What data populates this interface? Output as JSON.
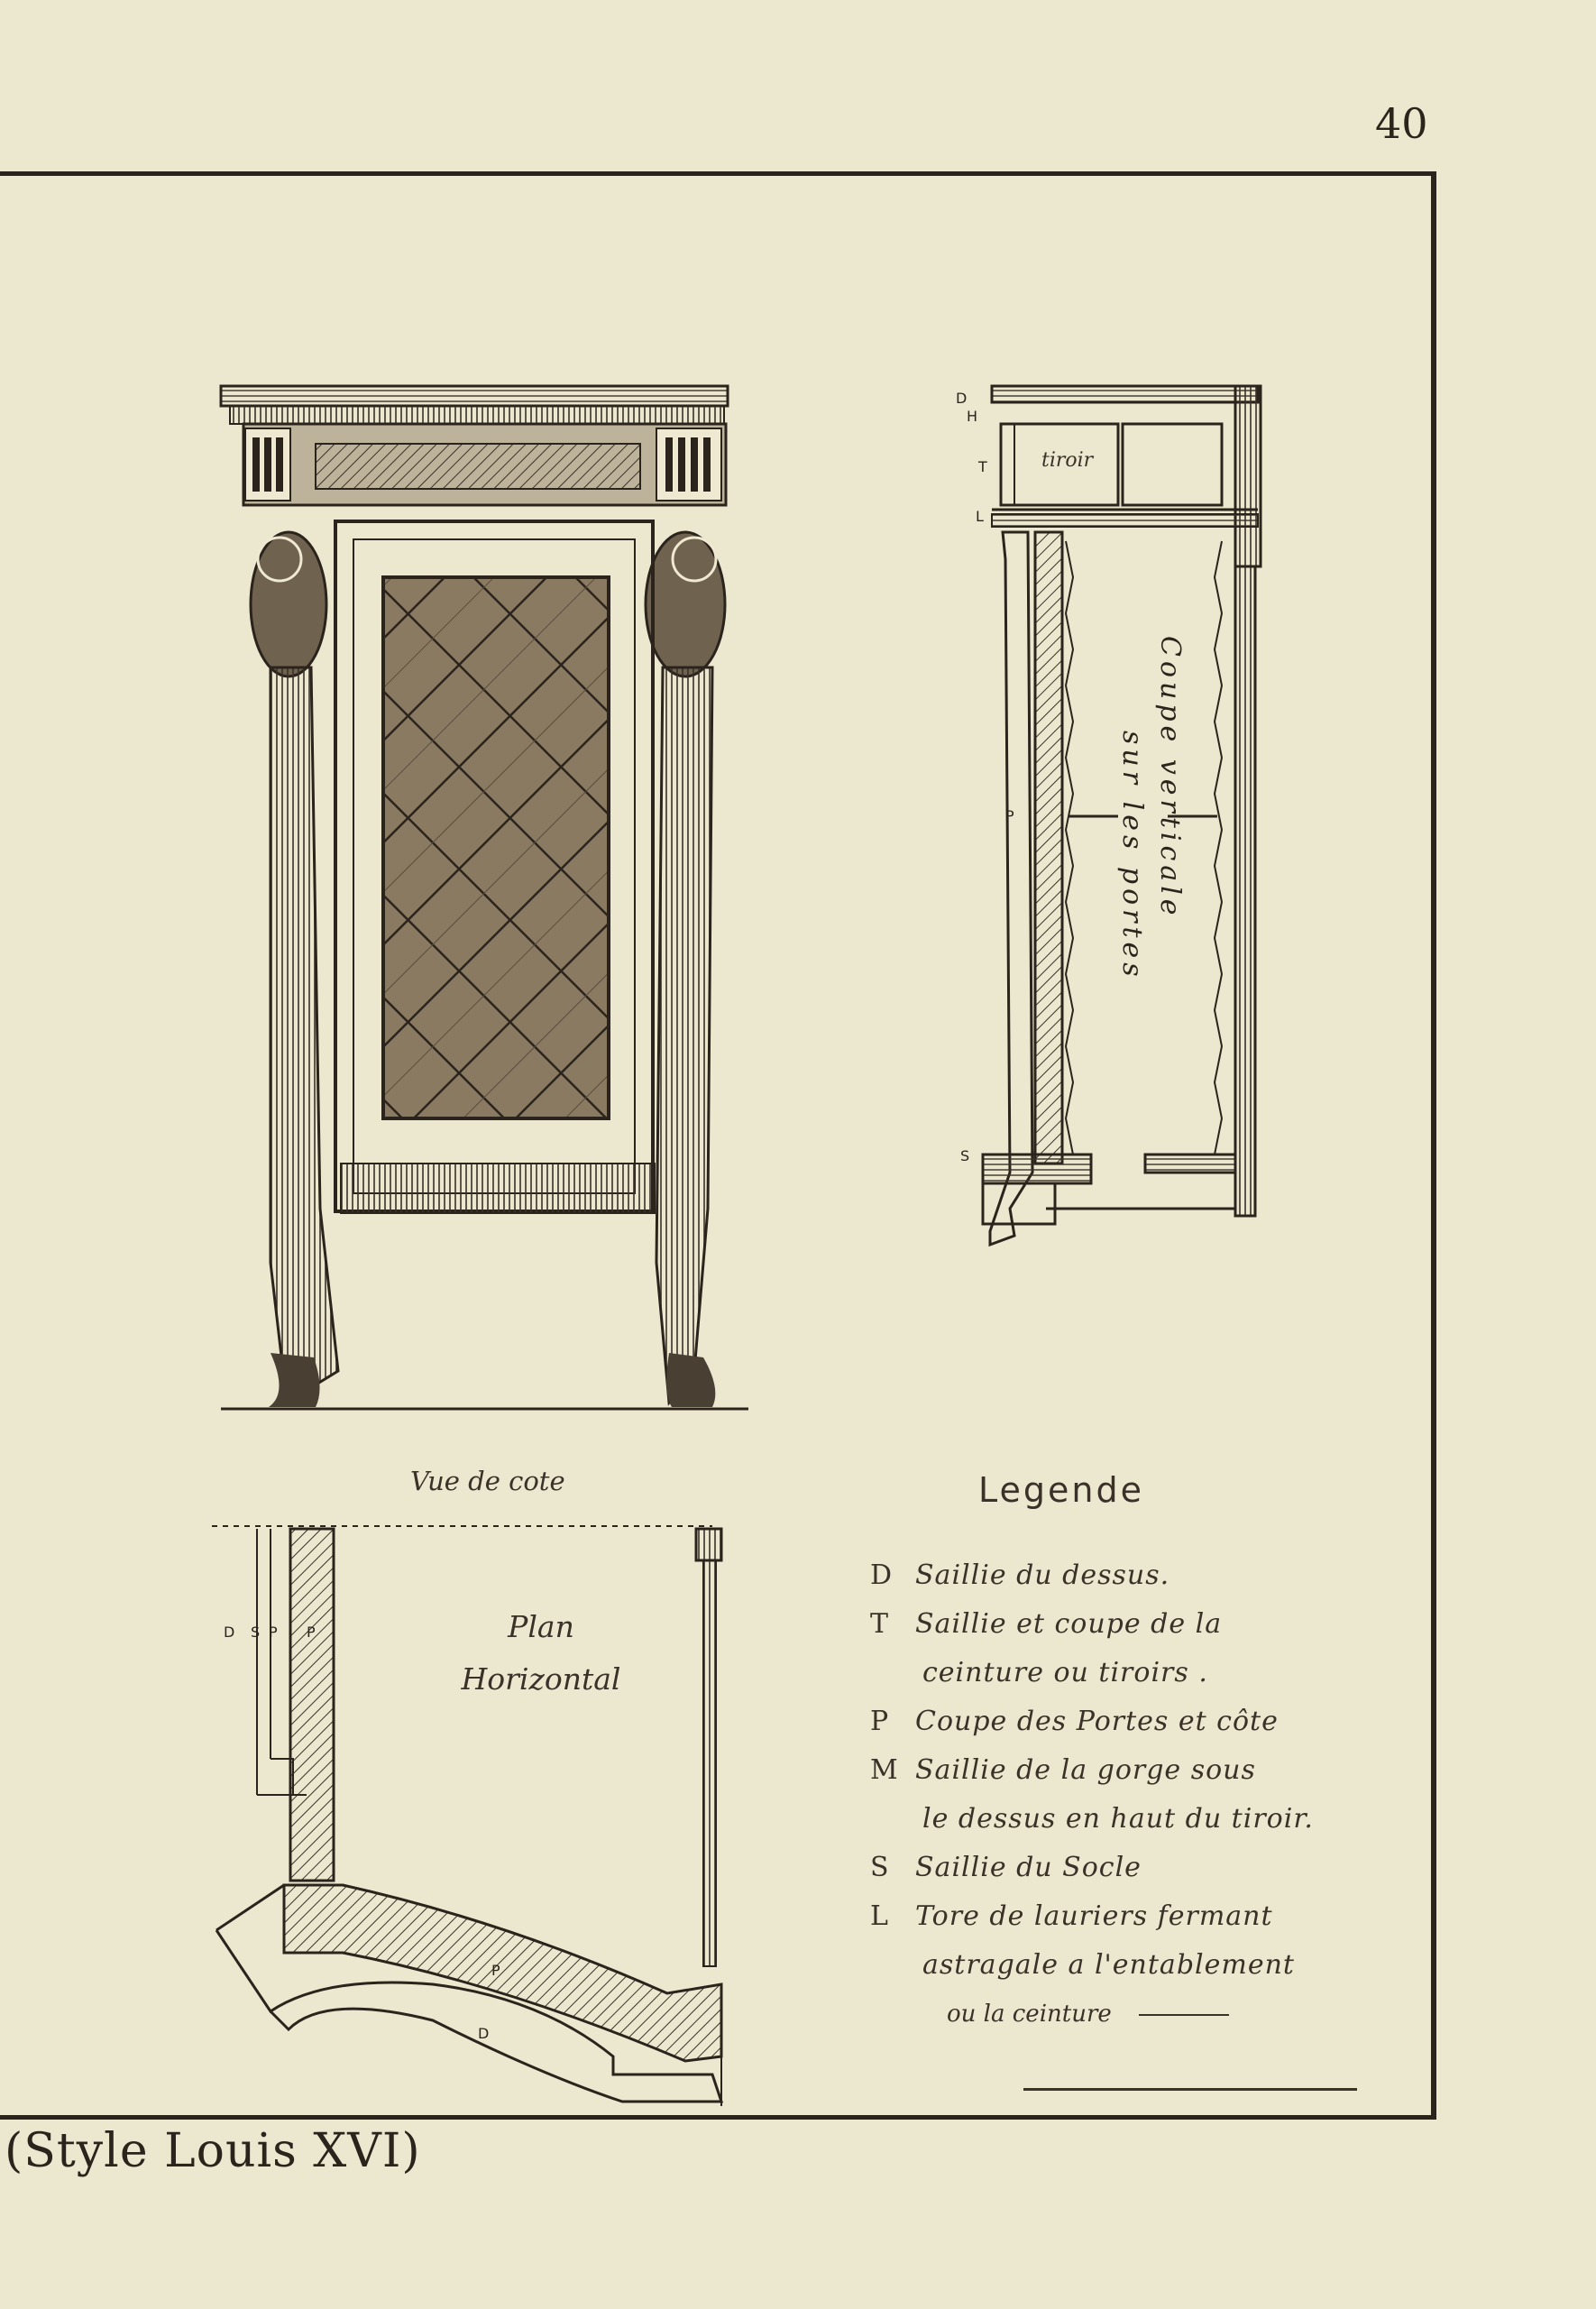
{
  "page": {
    "number": "40",
    "style_caption": "(Style Louis XVI)"
  },
  "side_view": {
    "label": "Vue de cote"
  },
  "section_view": {
    "markers": [
      "D",
      "H",
      "T",
      "L",
      "P",
      "S"
    ],
    "text_col1": "Coupe verticale",
    "text_col2": "sur les portes",
    "drawer_note": "tiroir"
  },
  "plan_view": {
    "label_line1": "Plan",
    "label_line2": "Horizontal",
    "markers": [
      "D",
      "S",
      "P",
      "P",
      "P",
      "D"
    ]
  },
  "legend": {
    "title": "Legende",
    "items": [
      {
        "key": "D",
        "lines": [
          "Saillie du dessus."
        ]
      },
      {
        "key": "T",
        "lines": [
          "Saillie et coupe de la",
          "ceinture ou tiroirs ."
        ]
      },
      {
        "key": "P",
        "lines": [
          "Coupe des Portes et côte"
        ]
      },
      {
        "key": "M",
        "lines": [
          "Saillie de la gorge sous",
          "le dessus en haut du tiroir."
        ]
      },
      {
        "key": "S",
        "lines": [
          "Saillie du Socle"
        ]
      },
      {
        "key": "L",
        "lines": [
          "Tore de lauriers fermant",
          "astragale a l'entablement"
        ]
      }
    ],
    "closing": "ou la ceinture"
  },
  "colors": {
    "paper": "#ece7cf",
    "ink": "#2b241c"
  }
}
